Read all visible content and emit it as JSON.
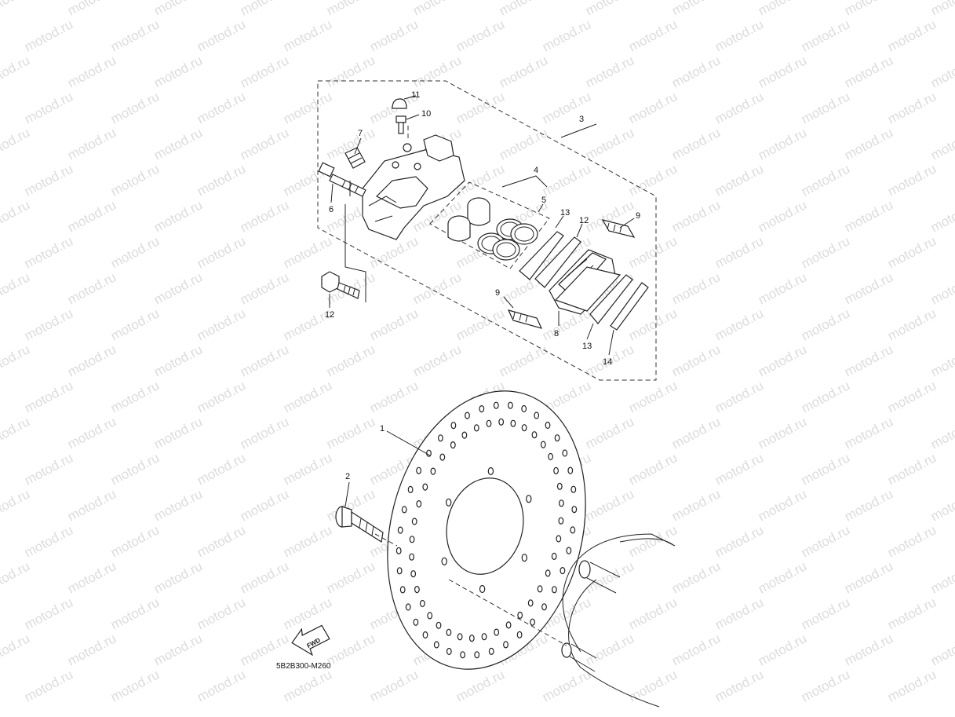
{
  "watermark": "motod.ru",
  "diagram_code": "5B2B300-M260",
  "fwd_label": "FWD",
  "callouts": [
    {
      "id": "c1",
      "text": "1"
    },
    {
      "id": "c2",
      "text": "2"
    },
    {
      "id": "c3",
      "text": "3"
    },
    {
      "id": "c4",
      "text": "4"
    },
    {
      "id": "c5",
      "text": "5"
    },
    {
      "id": "c6",
      "text": "6"
    },
    {
      "id": "c7",
      "text": "7"
    },
    {
      "id": "c8",
      "text": "8"
    },
    {
      "id": "c9a",
      "text": "9"
    },
    {
      "id": "c9b",
      "text": "9"
    },
    {
      "id": "c10",
      "text": "10"
    },
    {
      "id": "c11",
      "text": "11"
    },
    {
      "id": "c12a",
      "text": "12"
    },
    {
      "id": "c12b",
      "text": "12"
    },
    {
      "id": "c13a",
      "text": "13"
    },
    {
      "id": "c13b",
      "text": "13"
    },
    {
      "id": "c14",
      "text": "14"
    }
  ]
}
